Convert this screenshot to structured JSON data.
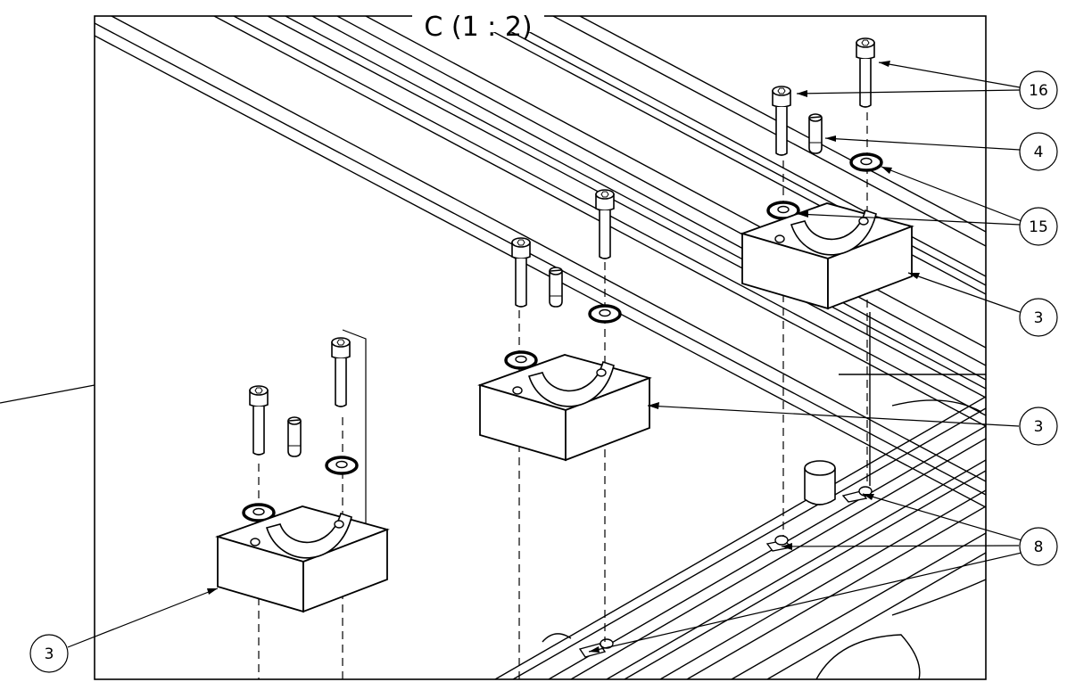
{
  "drawing": {
    "view_label": "C (1 : 2)",
    "balloons": [
      {
        "id": "b16",
        "label": "16"
      },
      {
        "id": "b4",
        "label": "4"
      },
      {
        "id": "b15",
        "label": "15"
      },
      {
        "id": "b3a",
        "label": "3"
      },
      {
        "id": "b3b",
        "label": "3"
      },
      {
        "id": "b8",
        "label": "8"
      },
      {
        "id": "b3c",
        "label": "3"
      }
    ]
  }
}
